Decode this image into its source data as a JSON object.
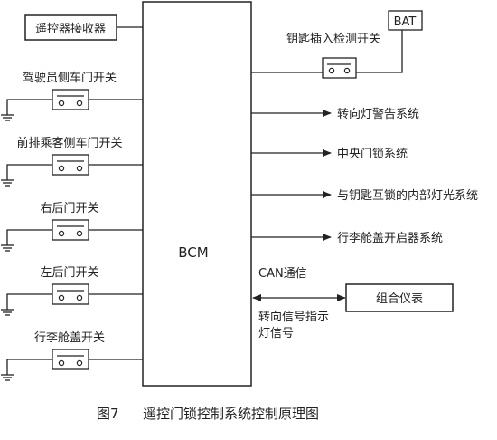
{
  "diagram": {
    "bcm_label": "BCM",
    "receiver_label": "遥控器接收器",
    "key_insert_switch_label": "钥匙插入检测开关",
    "bat_label": "BAT",
    "left_switches": [
      {
        "label": "驾驶员侧车门开关"
      },
      {
        "label": "前排乘客侧车门开关"
      },
      {
        "label": "右后门开关"
      },
      {
        "label": "左后门开关"
      },
      {
        "label": "行李舱盖开关"
      }
    ],
    "outputs": [
      {
        "label": "转向灯警告系统"
      },
      {
        "label": "中央门锁系统"
      },
      {
        "label": "与钥匙互锁的内部灯光系统"
      },
      {
        "label": "行李舱盖开启器系统"
      }
    ],
    "can_label": "CAN通信",
    "cluster_label": "组合仪表",
    "turn_signal_line1": "转向信号指示",
    "turn_signal_line2": "灯信号"
  },
  "caption": {
    "figure_number": "图7",
    "title": "遥控门锁控制系统控制原理图"
  }
}
